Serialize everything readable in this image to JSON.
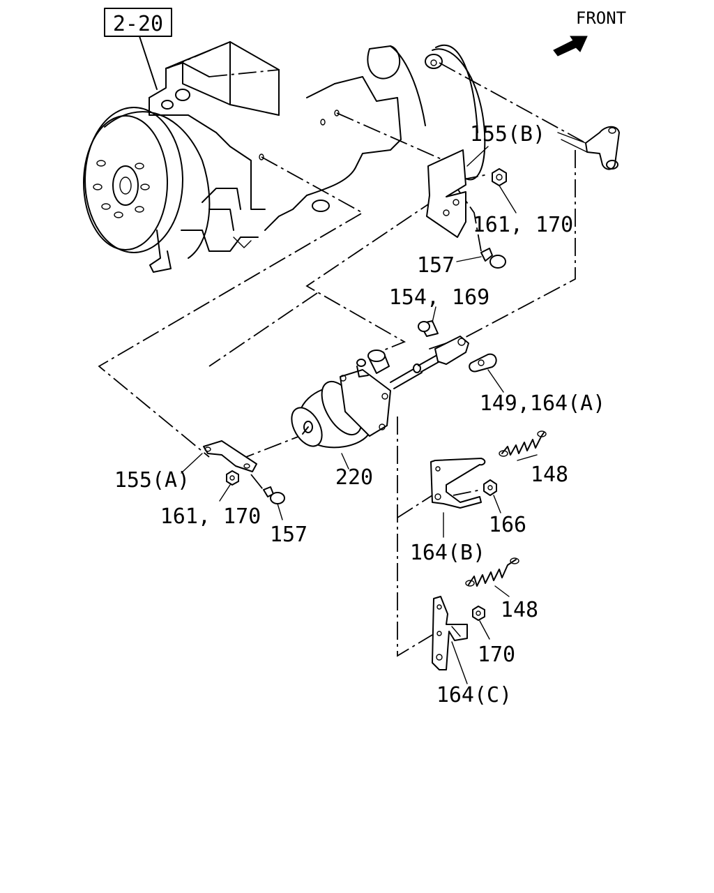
{
  "reference": {
    "code": "2-20"
  },
  "orientation": {
    "label": "FRONT"
  },
  "callouts": {
    "c155b": "155(B)",
    "c161_170_top": "161, 170",
    "c157_top": "157",
    "c154_169": "154, 169",
    "c149_164a": "149,164(A)",
    "c148_top": "148",
    "c155a": "155(A)",
    "c220": "220",
    "c161_170_bottom": "161, 170",
    "c157_bottom": "157",
    "c166": "166",
    "c164b": "164(B)",
    "c148_bottom": "148",
    "c170": "170",
    "c164c": "164(C)"
  }
}
